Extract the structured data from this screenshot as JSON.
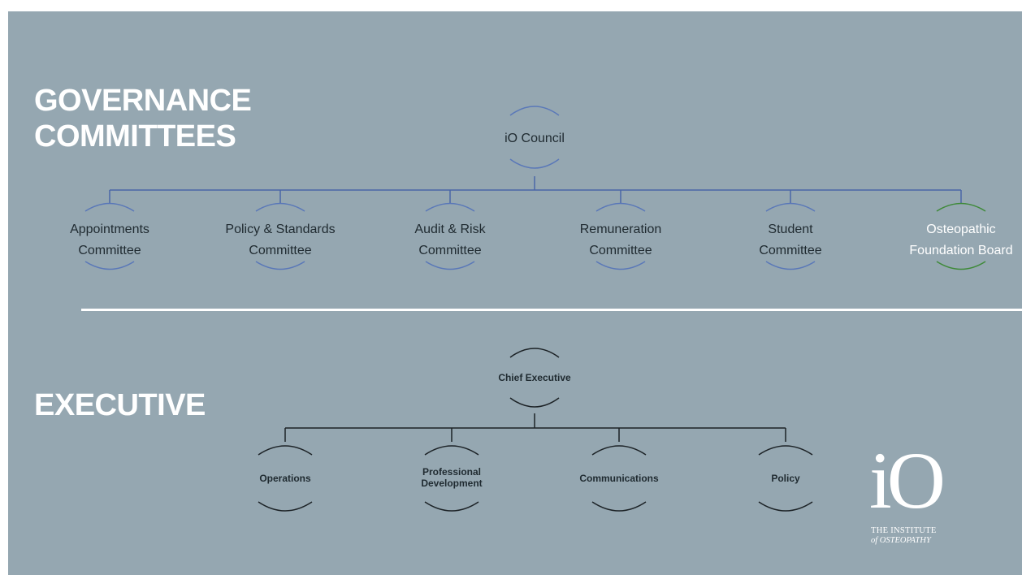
{
  "colors": {
    "slide_background": "#95a7b1",
    "governance_connector": "#4a67a8",
    "governance_node_arc": "#5a78b8",
    "ofb_node_arc": "#3f8a3a",
    "executive_connector": "#1c2226",
    "executive_node_arc": "#1c2226",
    "title_text": "#ffffff"
  },
  "governance": {
    "title_line1": "GOVERNANCE",
    "title_line2": "COMMITTEES",
    "root": {
      "label": "iO Council"
    },
    "children": [
      {
        "line1": "Appointments",
        "line2": "Committee"
      },
      {
        "line1": "Policy & Standards",
        "line2": "Committee"
      },
      {
        "line1": "Audit & Risk",
        "line2": "Committee"
      },
      {
        "line1": "Remuneration",
        "line2": "Committee"
      },
      {
        "line1": "Student",
        "line2": "Committee"
      },
      {
        "line1": "Osteopathic",
        "line2": "Foundation Board"
      }
    ]
  },
  "executive": {
    "title": "EXECUTIVE",
    "root": {
      "label": "Chief Executive"
    },
    "children": [
      {
        "line1": "Operations",
        "line2": ""
      },
      {
        "line1": "Professional",
        "line2": "Development"
      },
      {
        "line1": "Communications",
        "line2": ""
      },
      {
        "line1": "Policy",
        "line2": ""
      }
    ]
  },
  "logo": {
    "mark": "iO",
    "line1": "THE INSTITUTE",
    "line2": "of OSTEOPATHY"
  }
}
